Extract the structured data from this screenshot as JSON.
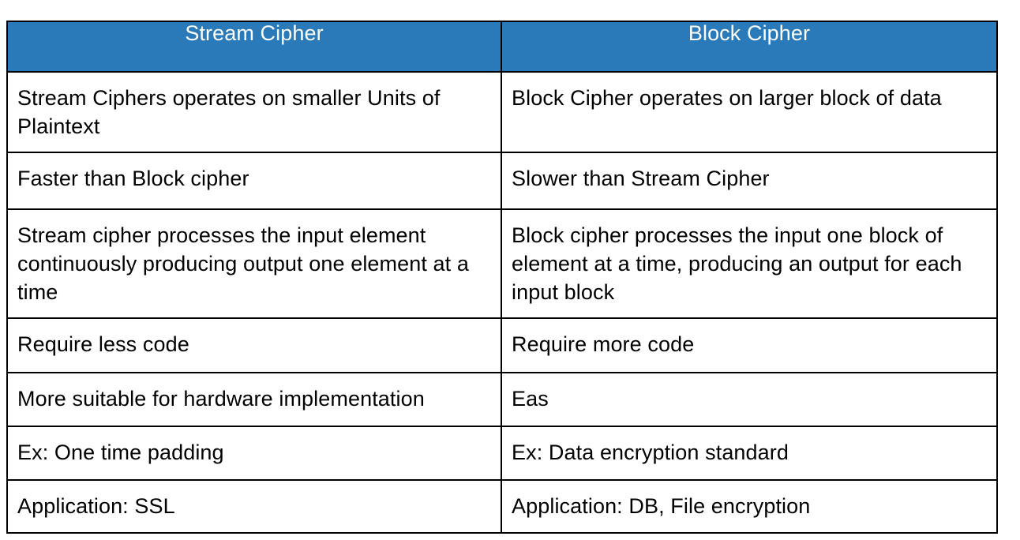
{
  "table": {
    "headers": [
      {
        "label": "Stream Cipher"
      },
      {
        "label": "Block Cipher"
      }
    ],
    "header_background": "#2a7ab9",
    "header_text_color": "#ffffff",
    "border_color": "#000000",
    "body_background": "#ffffff",
    "body_text_color": "#000000",
    "rows": [
      {
        "left": "Stream Ciphers operates on smaller Units of Plaintext",
        "right": "Block Cipher operates on larger block of data"
      },
      {
        "left": "Faster than Block cipher",
        "right": "Slower than Stream Cipher"
      },
      {
        "left": "Stream cipher processes the input element continuously producing output one element at a time",
        "right": "Block cipher processes the input one block of element at a time, producing an output for each input block"
      },
      {
        "left": "Require less code",
        "right": "Require more code"
      },
      {
        "left": "More suitable for hardware implementation",
        "right": "Eas"
      },
      {
        "left": "Ex: One time padding",
        "right": "Ex: Data encryption standard"
      },
      {
        "left": "Application: SSL",
        "right": "Application: DB, File encryption"
      }
    ]
  }
}
